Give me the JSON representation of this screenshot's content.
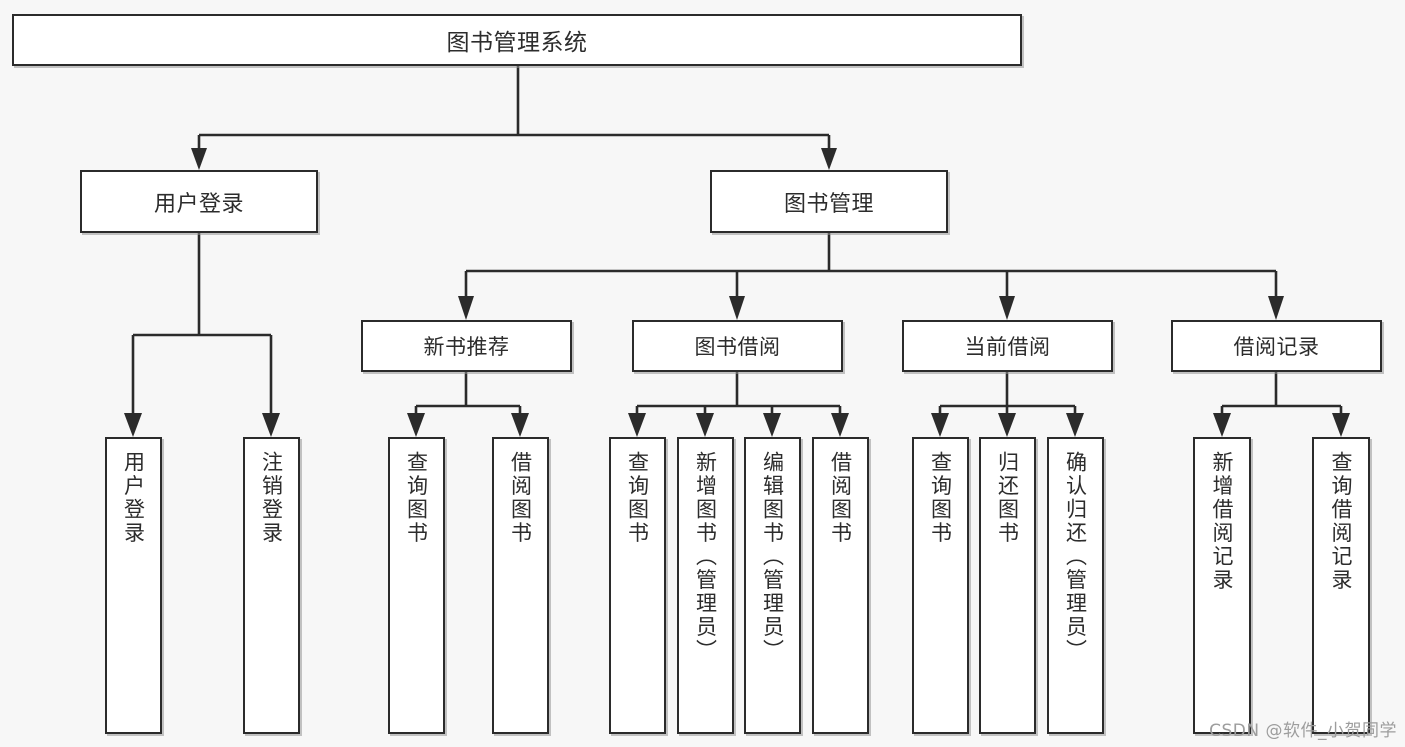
{
  "diagram": {
    "title": "图书管理系统",
    "type": "功能结构图",
    "root": {
      "label": "图书管理系统"
    },
    "level2": [
      {
        "label": "用户登录"
      },
      {
        "label": "图书管理"
      }
    ],
    "level3": [
      {
        "label": "新书推荐"
      },
      {
        "label": "图书借阅"
      },
      {
        "label": "当前借阅"
      },
      {
        "label": "借阅记录"
      }
    ],
    "leaves": {
      "user_login": [
        {
          "label": "用户登录"
        },
        {
          "label": "注销登录"
        }
      ],
      "new_book_recommend": [
        {
          "label": "查询图书"
        },
        {
          "label": "借阅图书"
        }
      ],
      "book_borrow": [
        {
          "label": "查询图书"
        },
        {
          "label": "新增图书（管理员）"
        },
        {
          "label": "编辑图书（管理员）"
        },
        {
          "label": "借阅图书"
        }
      ],
      "current_borrow": [
        {
          "label": "查询图书"
        },
        {
          "label": "归还图书"
        },
        {
          "label": "确认归还（管理员）"
        }
      ],
      "borrow_record": [
        {
          "label": "新增借阅记录"
        },
        {
          "label": "查询借阅记录"
        }
      ]
    }
  },
  "watermark": {
    "text": "CSDN @软件_小贺同学"
  },
  "colors": {
    "background": "#f7f7f7",
    "box_fill": "#ffffff",
    "border": "#2b2b2b",
    "text": "#2c2c2c",
    "watermark": "#9d9d9d"
  }
}
